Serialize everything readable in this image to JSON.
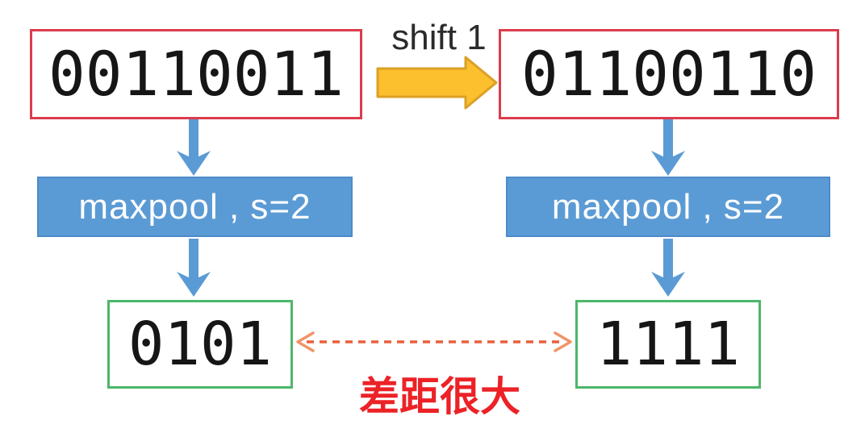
{
  "diagram": {
    "shift_label": "shift 1",
    "input_left_value": "00110011",
    "input_right_value": "01100110",
    "process_left_label": "maxpool , s=2",
    "process_right_label": "maxpool , s=2",
    "output_left_value": "0101",
    "output_right_value": "1111",
    "difference_label": "差距很大",
    "colors": {
      "input_box_border": "#DC3C4C",
      "output_box_border": "#4CB76A",
      "process_box_fill": "#5B9BD5",
      "process_box_border": "#4E8AC8",
      "flow_arrow": "#5B9BD5",
      "shift_arrow_fill": "#FCBF2D",
      "shift_arrow_stroke": "#DBA026",
      "difference_arrow_dash": "#E95F3C",
      "difference_arrow_head": "#F09468",
      "difference_text": "#EC2227",
      "binary_text": "#161616",
      "shift_text": "#2b2b2b"
    }
  }
}
